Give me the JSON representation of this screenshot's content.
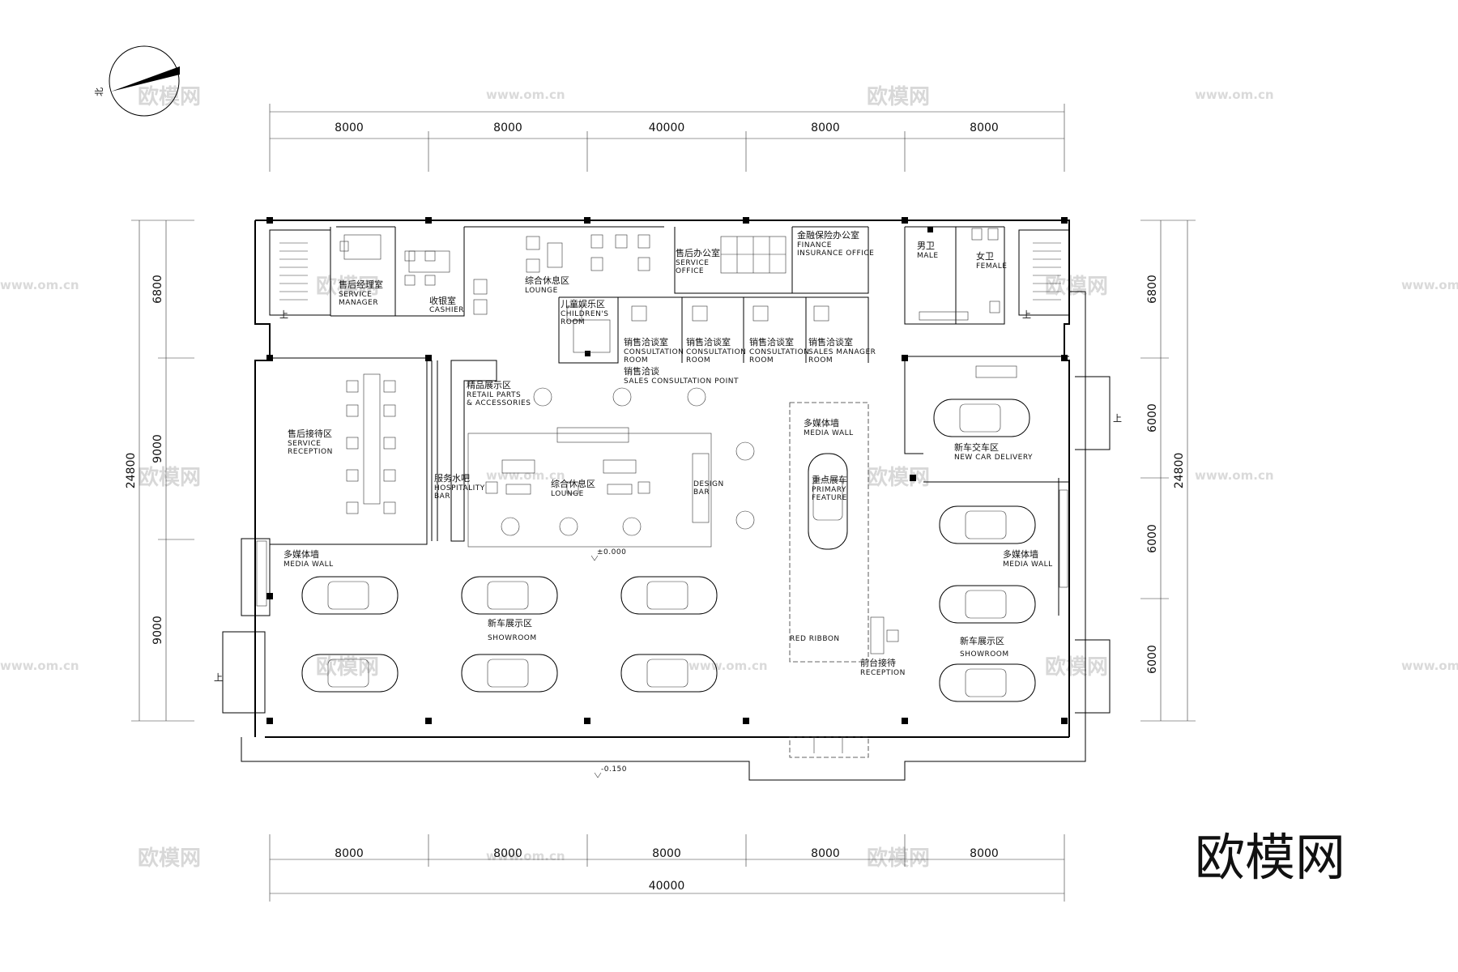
{
  "north_label": "北",
  "dimensions": {
    "overall_width": "40000",
    "bays_x": [
      "8000",
      "8000",
      "8000",
      "8000",
      "8000"
    ],
    "overall_depth": "24800",
    "bays_left": [
      "6800",
      "9000",
      "9000"
    ],
    "bays_right": [
      "6800",
      "6000",
      "6000",
      "6000"
    ]
  },
  "levels": {
    "floor": "±0.000",
    "exterior": "-0.150"
  },
  "stair_up": "上",
  "rooms": {
    "service_manager": {
      "cn": "售后经理室",
      "en1": "SERVICE",
      "en2": "MANAGER"
    },
    "cashier": {
      "cn": "收银室",
      "en1": "CASHIER"
    },
    "lounge_top": {
      "cn": "综合休息区",
      "en1": "LOUNGE"
    },
    "childrens_room": {
      "cn": "儿童娱乐区",
      "en1": "CHILDREN'S",
      "en2": "ROOM"
    },
    "service_office": {
      "cn": "售后办公室",
      "en1": "SERVICE",
      "en2": "OFFICE"
    },
    "finance_office": {
      "cn": "金融保险办公室",
      "en1": "FINANCE",
      "en2": "INSURANCE OFFICE"
    },
    "male": {
      "cn": "男卫",
      "en1": "MALE"
    },
    "female": {
      "cn": "女卫",
      "en1": "FEMALE"
    },
    "consult_1": {
      "cn": "销售洽谈室",
      "en1": "CONSULTATION",
      "en2": "ROOM"
    },
    "consult_2": {
      "cn": "销售洽谈室",
      "en1": "CONSULTATION",
      "en2": "ROOM"
    },
    "consult_3": {
      "cn": "销售洽谈室",
      "en1": "CONSULTATION",
      "en2": "ROOM"
    },
    "sales_manager": {
      "cn": "销售洽谈室",
      "en1": "SALES MANAGER",
      "en2": "ROOM"
    },
    "sales_point": {
      "cn": "销售洽谈",
      "en1": "SALES CONSULTATION POINT"
    },
    "retail": {
      "cn": "精品展示区",
      "en1": "RETAIL PARTS",
      "en2": "& ACCESSORIES"
    },
    "service_reception": {
      "cn": "售后接待区",
      "en1": "SERVICE",
      "en2": "RECEPTION"
    },
    "hospitality_bar": {
      "cn": "服务水吧",
      "en1": "HOSPITALITY",
      "en2": "BAR"
    },
    "lounge_main": {
      "cn": "综合休息区",
      "en1": "LOUNGE"
    },
    "design_bar": {
      "en1": "DESIGN",
      "en2": "BAR"
    },
    "media_wall_center": {
      "cn": "多媒体墙",
      "en1": "MEDIA WALL"
    },
    "primary_feature": {
      "cn": "重点展车",
      "en1": "PRIMARY",
      "en2": "FEATURE"
    },
    "new_car_delivery": {
      "cn": "新车交车区",
      "en1": "NEW CAR DELIVERY"
    },
    "media_wall_left": {
      "cn": "多媒体墙",
      "en1": "MEDIA WALL"
    },
    "media_wall_right": {
      "cn": "多媒体墙",
      "en1": "MEDIA WALL"
    },
    "showroom_main": {
      "cn": "新车展示区",
      "en1": "SHOWROOM"
    },
    "showroom_right": {
      "cn": "新车展示区",
      "en1": "SHOWROOM"
    },
    "red_ribbon": {
      "en1": "RED RIBBON"
    },
    "reception": {
      "cn": "前台接待",
      "en1": "RECEPTION"
    }
  },
  "watermark": {
    "brand": "欧模网",
    "url": "www.om.cn"
  }
}
